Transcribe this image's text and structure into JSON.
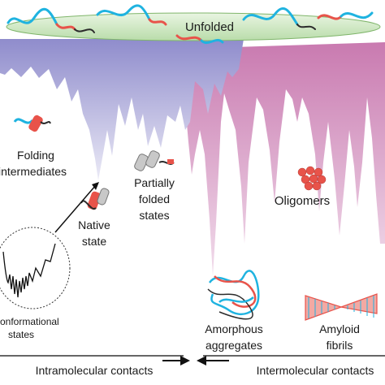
{
  "labels": {
    "unfolded": "Unfolded",
    "folding_intermediates_1": "Folding",
    "folding_intermediates_2": "intermediates",
    "partially_folded_1": "Partially",
    "partially_folded_2": "folded",
    "partially_folded_3": "states",
    "native_1": "Native",
    "native_2": "state",
    "oligomers": "Oligomers",
    "amorphous_1": "Amorphous",
    "amorphous_2": "aggregates",
    "amyloid_1": "Amyloid",
    "amyloid_2": "fibrils",
    "conformational_1": "onformational",
    "conformational_2": "states",
    "intramolecular": "Intramolecular contacts",
    "intermolecular": "Intermolecular contacts"
  },
  "colors": {
    "folding_funnel": "#a9a6d8",
    "aggregation_funnel": "#d98fbe",
    "unfolded_band": "#cfe8c4",
    "protein_cyan": "#1fb3e0",
    "protein_red": "#e8534a",
    "protein_dark": "#2b2b2b"
  }
}
